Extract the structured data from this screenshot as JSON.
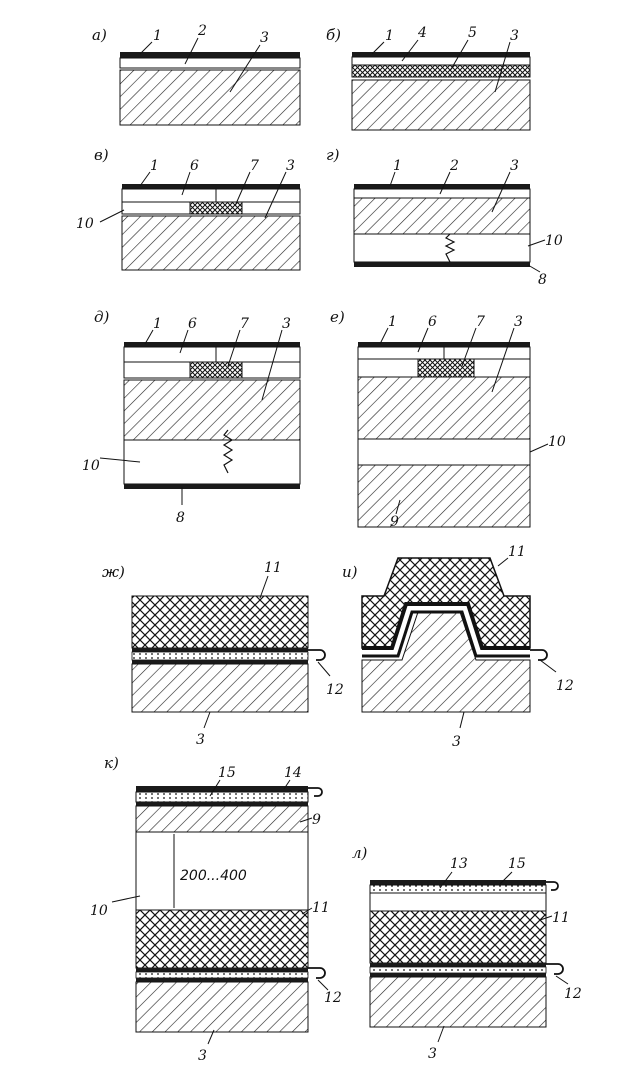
{
  "panels": {
    "a": {
      "label": "а)",
      "n1": "1",
      "n2": "2",
      "n3": "3"
    },
    "b": {
      "label": "б)",
      "n1": "1",
      "n4": "4",
      "n5": "5",
      "n3": "3"
    },
    "v": {
      "label": "в)",
      "n1": "1",
      "n6": "6",
      "n7": "7",
      "n3": "3",
      "n10": "10"
    },
    "g": {
      "label": "г)",
      "n1": "1",
      "n2": "2",
      "n3": "3",
      "n10": "10",
      "n8": "8"
    },
    "d": {
      "label": "д)",
      "n1": "1",
      "n6": "6",
      "n7": "7",
      "n3": "3",
      "n10": "10",
      "n8": "8"
    },
    "e": {
      "label": "е)",
      "n1": "1",
      "n6": "6",
      "n7": "7",
      "n3": "3",
      "n10": "10",
      "n9": "9"
    },
    "zh": {
      "label": "ж)",
      "n11": "11",
      "n12": "12",
      "n3": "3"
    },
    "i": {
      "label": "и)",
      "n11": "11",
      "n12": "12",
      "n3": "3"
    },
    "k": {
      "label": "к)",
      "n15": "15",
      "n14": "14",
      "n9": "9",
      "n10": "10",
      "n11": "11",
      "n12": "12",
      "n3": "3",
      "dimension": "200...400"
    },
    "l": {
      "label": "л)",
      "n13": "13",
      "n15": "15",
      "n11": "11",
      "n12": "12",
      "n3": "3"
    }
  }
}
